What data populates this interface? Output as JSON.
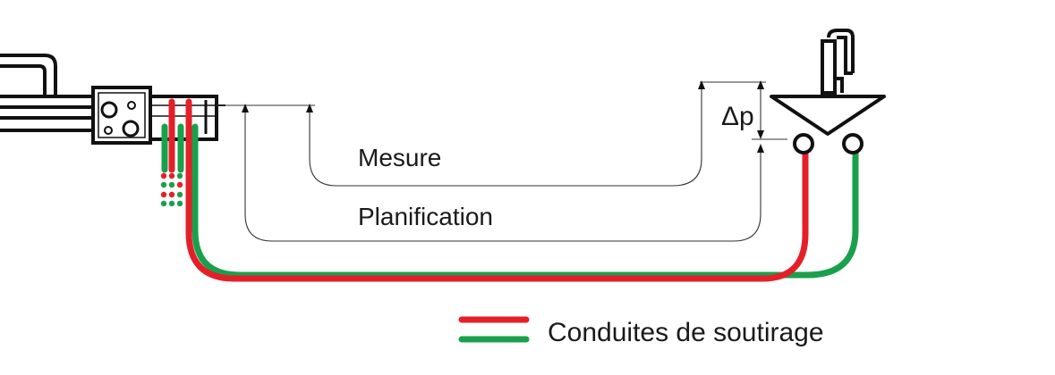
{
  "labels": {
    "measure": "Mesure",
    "planning": "Planification",
    "delta_p": "Δp"
  },
  "legend": {
    "label": "Conduites de soutirage"
  },
  "colors": {
    "hot_pipe": "#e3202a",
    "cold_pipe": "#1aa04d",
    "outline": "#111111",
    "dimension_line": "#333333"
  },
  "icons": [
    "manifold-icon",
    "pipe-bundle-icon",
    "sink-icon",
    "faucet-icon"
  ]
}
